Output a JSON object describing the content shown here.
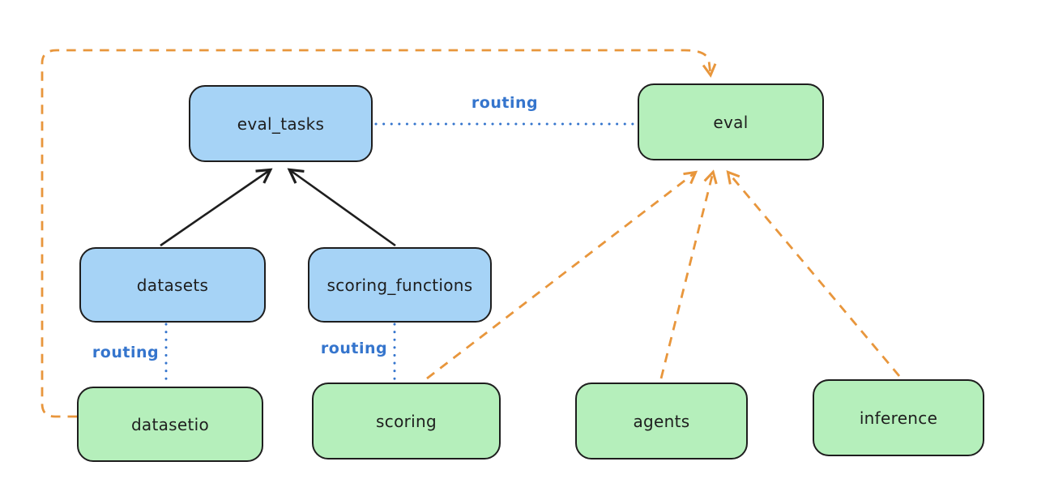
{
  "diagram": {
    "nodes": {
      "eval_tasks": {
        "label": "eval_tasks",
        "fill": "#a6d3f6"
      },
      "eval": {
        "label": "eval",
        "fill": "#b5efbb"
      },
      "datasets": {
        "label": "datasets",
        "fill": "#a6d3f6"
      },
      "scoring_functions": {
        "label": "scoring_functions",
        "fill": "#a6d3f6"
      },
      "datasetio": {
        "label": "datasetio",
        "fill": "#b5efbb"
      },
      "scoring": {
        "label": "scoring",
        "fill": "#b5efbb"
      },
      "agents": {
        "label": "agents",
        "fill": "#b5efbb"
      },
      "inference": {
        "label": "inference",
        "fill": "#b5efbb"
      }
    },
    "edges": [
      {
        "from": "datasets",
        "to": "eval_tasks",
        "style": "solid-black-arrow",
        "label": ""
      },
      {
        "from": "scoring_functions",
        "to": "eval_tasks",
        "style": "solid-black-arrow",
        "label": ""
      },
      {
        "from": "eval_tasks",
        "to": "eval",
        "style": "dotted-blue",
        "label": "routing"
      },
      {
        "from": "datasets",
        "to": "datasetio",
        "style": "dotted-blue",
        "label": "routing"
      },
      {
        "from": "scoring_functions",
        "to": "scoring",
        "style": "dotted-blue",
        "label": "routing"
      },
      {
        "from": "datasetio",
        "to": "eval",
        "style": "dashed-orange-arrow",
        "label": ""
      },
      {
        "from": "scoring",
        "to": "eval",
        "style": "dashed-orange-arrow",
        "label": ""
      },
      {
        "from": "agents",
        "to": "eval",
        "style": "dashed-orange-arrow",
        "label": ""
      },
      {
        "from": "inference",
        "to": "eval",
        "style": "dashed-orange-arrow",
        "label": ""
      }
    ],
    "colors": {
      "api_fill": "#a6d3f6",
      "provider_fill": "#b5efbb",
      "node_border": "#1e1e1e",
      "routing_blue": "#3575cd",
      "dependency_orange": "#e8963c",
      "arrow_black": "#1e1e1e",
      "background": "#ffffff"
    }
  }
}
